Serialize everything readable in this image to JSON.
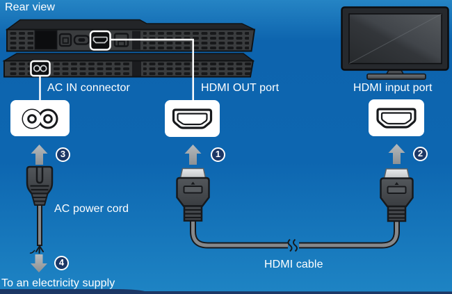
{
  "title": "Rear view",
  "callouts": {
    "ac_in": "AC IN connector",
    "hdmi_out": "HDMI OUT port",
    "hdmi_input": "HDMI input port"
  },
  "captions": {
    "ac_power_cord": "AC power cord",
    "hdmi_cable": "HDMI cable",
    "electricity_supply": "To an electricity supply"
  },
  "steps": [
    {
      "number": "1"
    },
    {
      "number": "2"
    },
    {
      "number": "3"
    },
    {
      "number": "4"
    }
  ],
  "icons": {
    "console": "ps4-console-rear-icon",
    "tv": "tv-icon",
    "hdmi_port": "hdmi-port-icon",
    "ac_in_connector": "ac-in-connector-icon",
    "hdmi_plug": "hdmi-connector-icon",
    "power_plug": "power-plug-icon",
    "up_arrow": "up-arrow-icon",
    "down_arrow": "down-arrow-icon",
    "cable_break": "cable-break-icon"
  },
  "colors": {
    "background_top": "#2584c4",
    "background_mid": "#0d66b0",
    "background_bottom": "#1e84c4",
    "label_text": "#ffffff",
    "badge": "#1c3766",
    "arrow": "#a3a7ab",
    "highlight_box": "#ffffff",
    "console_body": "#3a3c3e",
    "footer_bar": "#1c3765"
  }
}
